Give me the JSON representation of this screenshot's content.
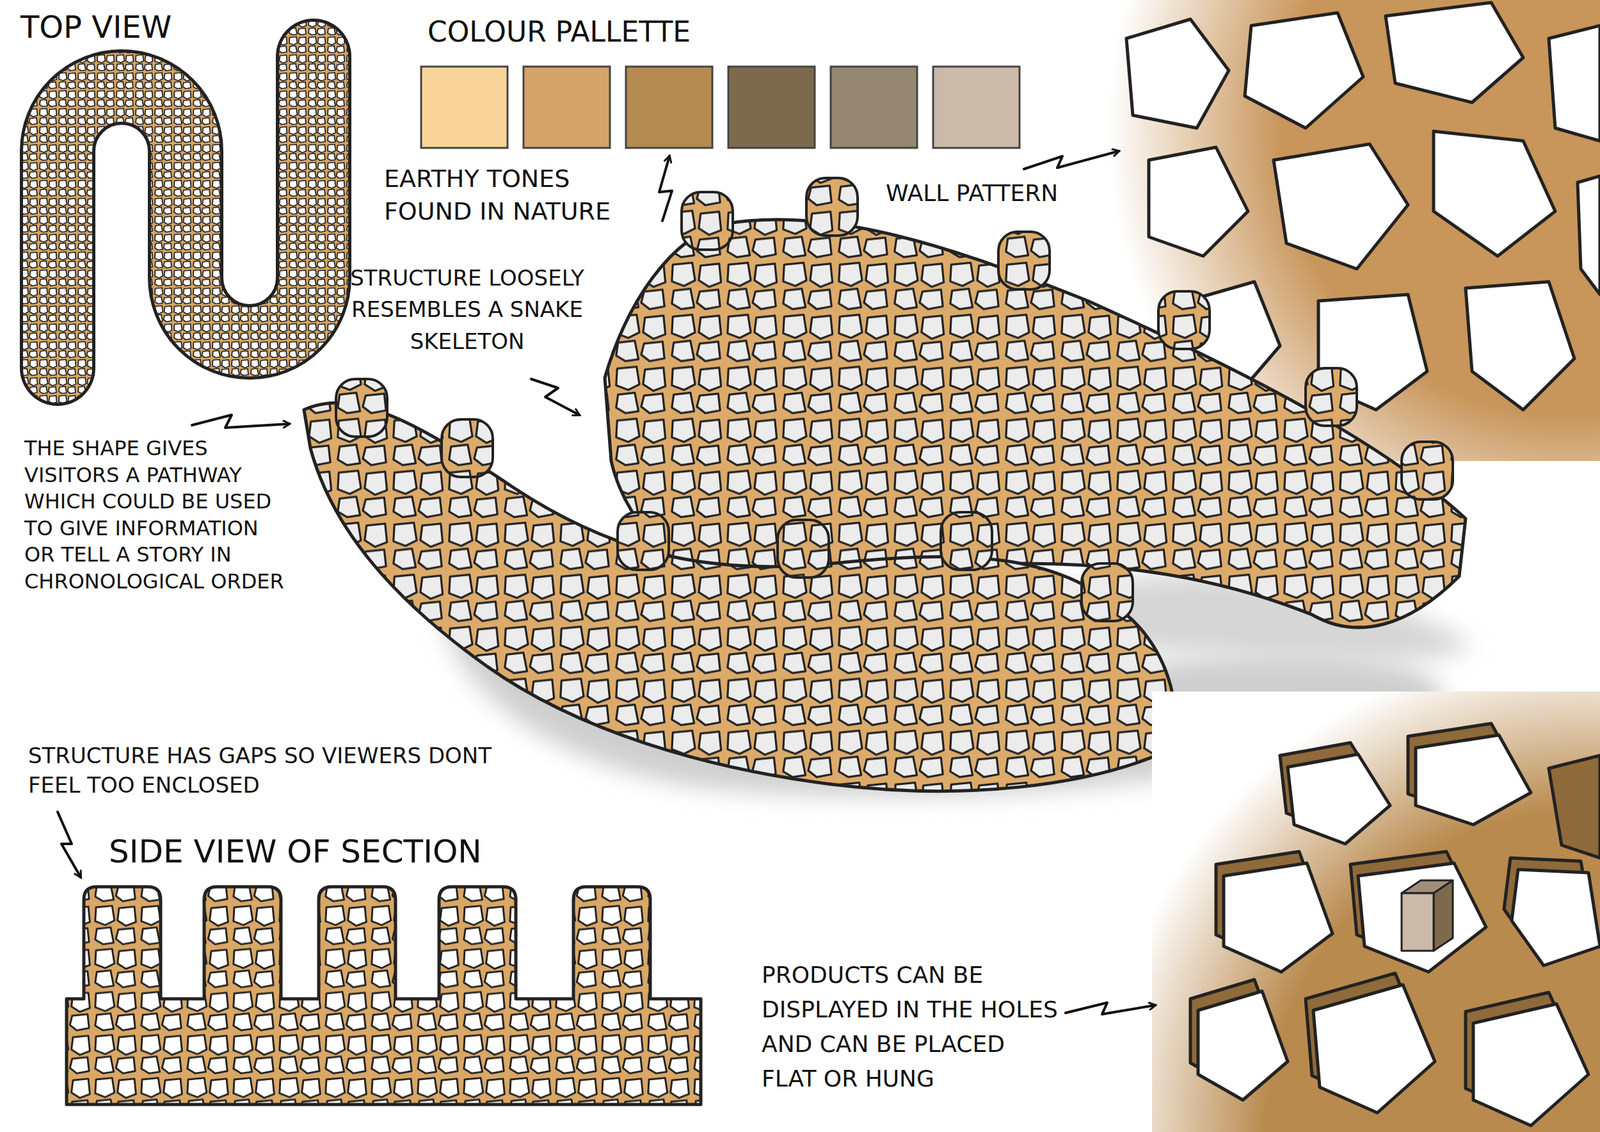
{
  "diagram": {
    "labels": [
      "TOP VIEW",
      "COLOUR PALLETTE",
      "EARTHY TONES FOUND IN NATURE",
      "WALL PATTERN",
      "STRUCTURE LOOSELY RESEMBLES A SNAKE SKELETON",
      "THE SHAPE GIVES VISITORS A PATHWAY WHICH COULD BE USED TO GIVE INFORMATION OR TELL A STORY IN CHRONOLOGICAL ORDER",
      "STRUCTURE HAS GAPS SO VIEWERS DONT FEEL TOO ENCLOSED",
      "SIDE VIEW OF SECTION",
      "PRODUCTS CAN BE DISPLAYED IN THE HOLES AND CAN BE PLACED FLAT OR HUNG"
    ]
  }
}
